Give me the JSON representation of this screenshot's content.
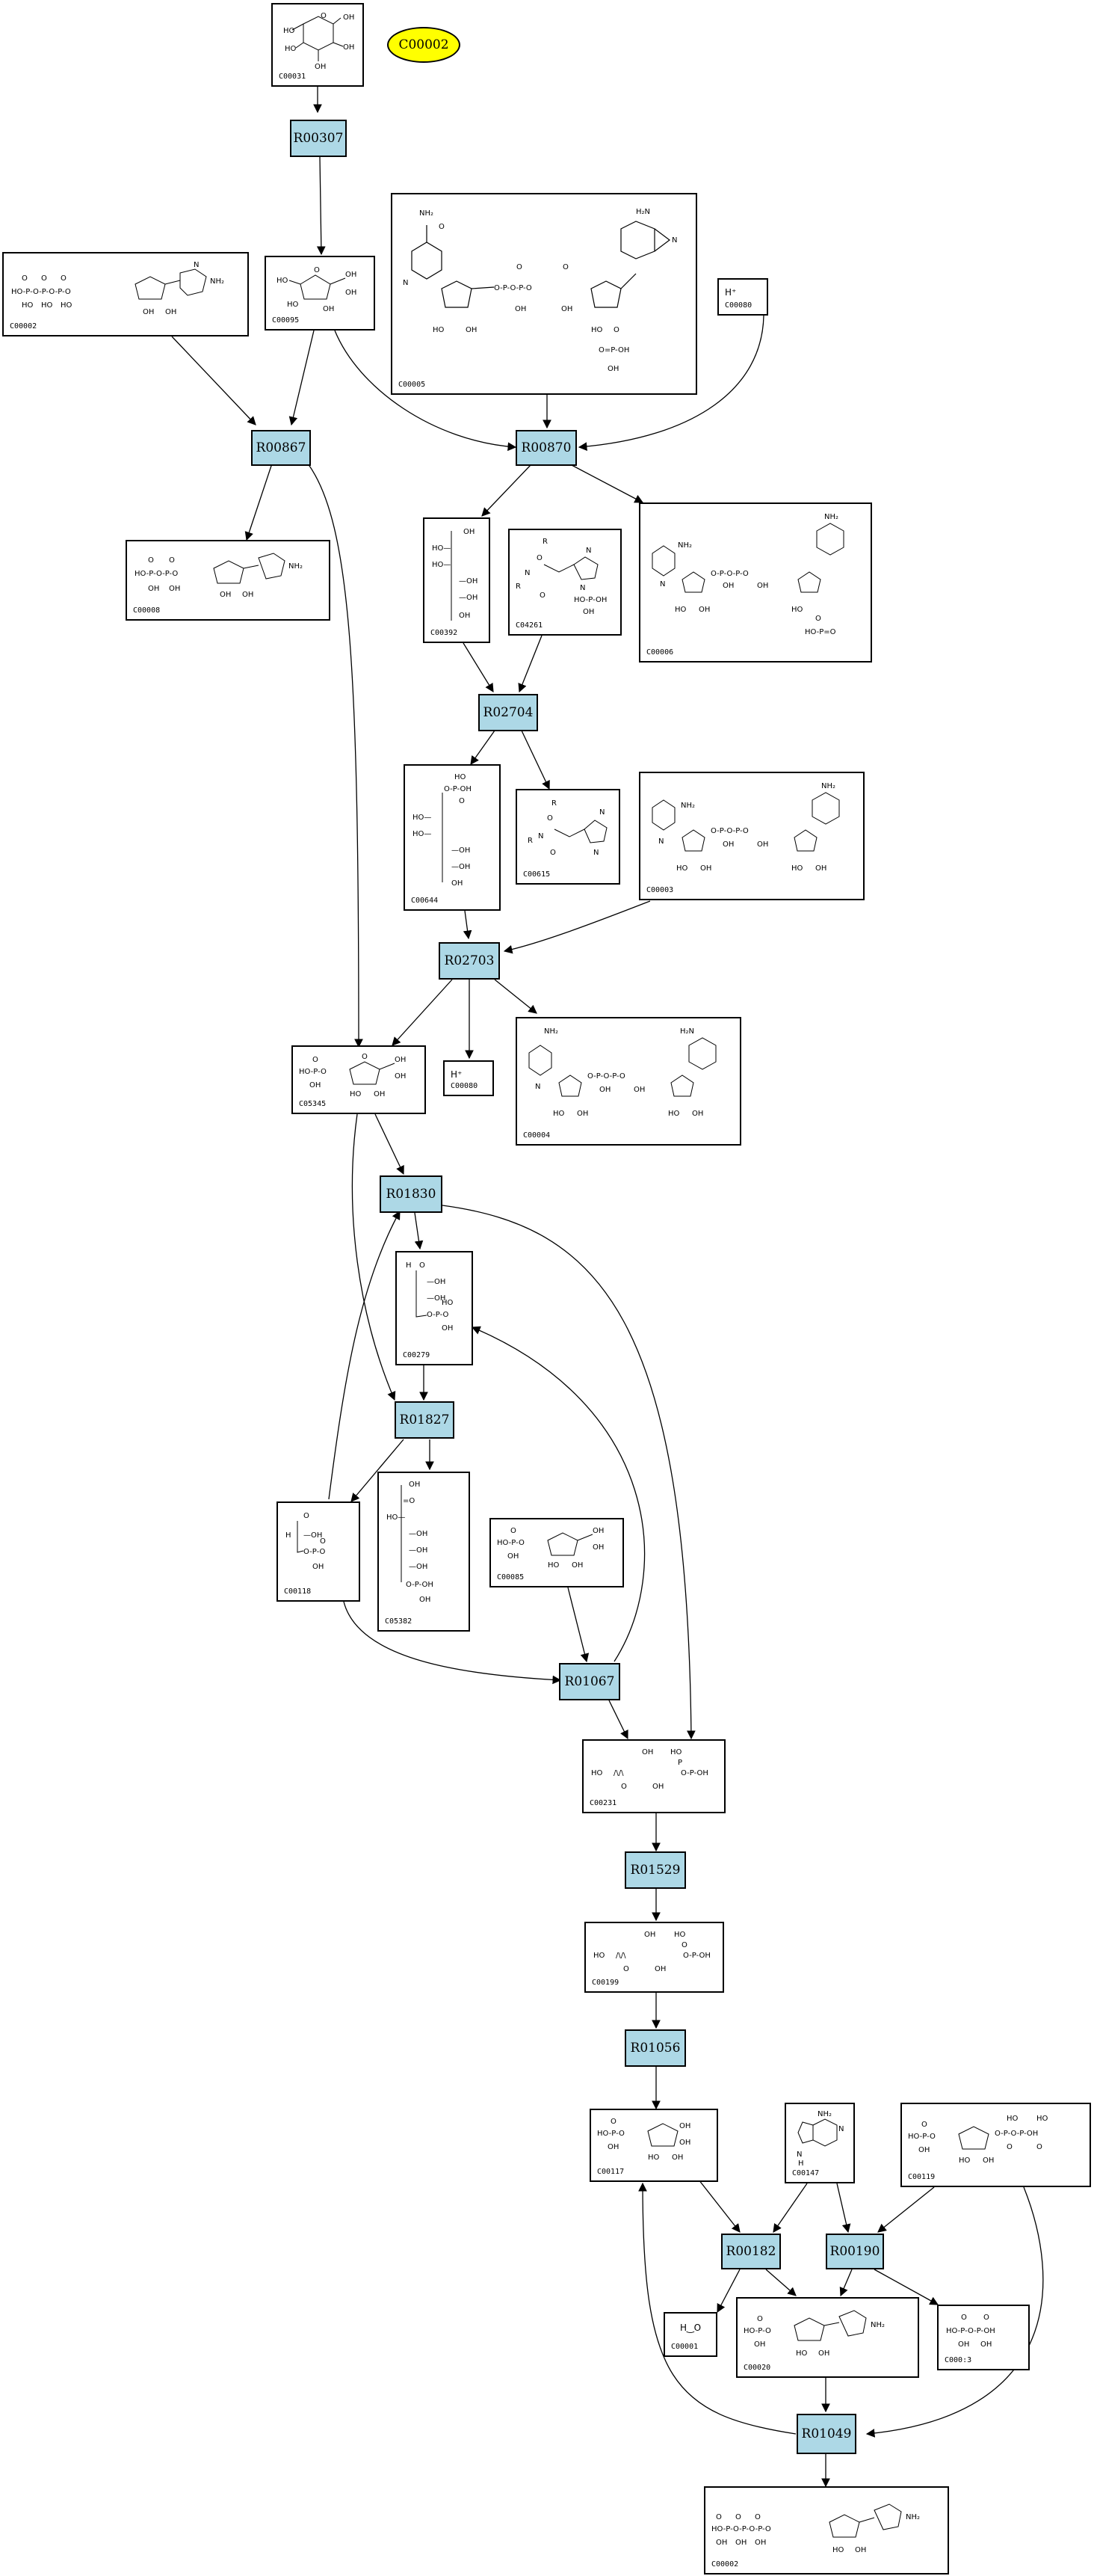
{
  "query_compound": "C00002",
  "compounds": {
    "C00031": "C00031",
    "C00002_a": "C00002",
    "C00095": "C00095",
    "C00005": "C00005",
    "C00080_a": "C00080",
    "C00008": "C00008",
    "C00392": "C00392",
    "C04261": "C04261",
    "C00006": "C00006",
    "C00644": "C00644",
    "C00615": "C00615",
    "C00003": "C00003",
    "C05345": "C05345",
    "C00080_b": "C00080",
    "C00004": "C00004",
    "C00279": "C00279",
    "C00118": "C00118",
    "C05382": "C05382",
    "C00085": "C00085",
    "C00231": "C00231",
    "C00199": "C00199",
    "C00117": "C00117",
    "C00147": "C00147",
    "C00119": "C00119",
    "C00001": "C00001",
    "C00020": "C00020",
    "C00013": "C000:3",
    "C00002_b": "C00002"
  },
  "reactions": {
    "R00307": "R00307",
    "R00867": "R00867",
    "R00870": "R00870",
    "R02704": "R02704",
    "R02703": "R02703",
    "R01830": "R01830",
    "R01827": "R01827",
    "R01067": "R01067",
    "R01529": "R01529",
    "R01056": "R01056",
    "R00182": "R00182",
    "R00190": "R00190",
    "R01049": "R01049"
  },
  "labels": {
    "h_plus": "H⁺",
    "water": "H‿O"
  },
  "colors": {
    "reaction_fill": "#add8e6",
    "query_fill": "#ffff00"
  }
}
